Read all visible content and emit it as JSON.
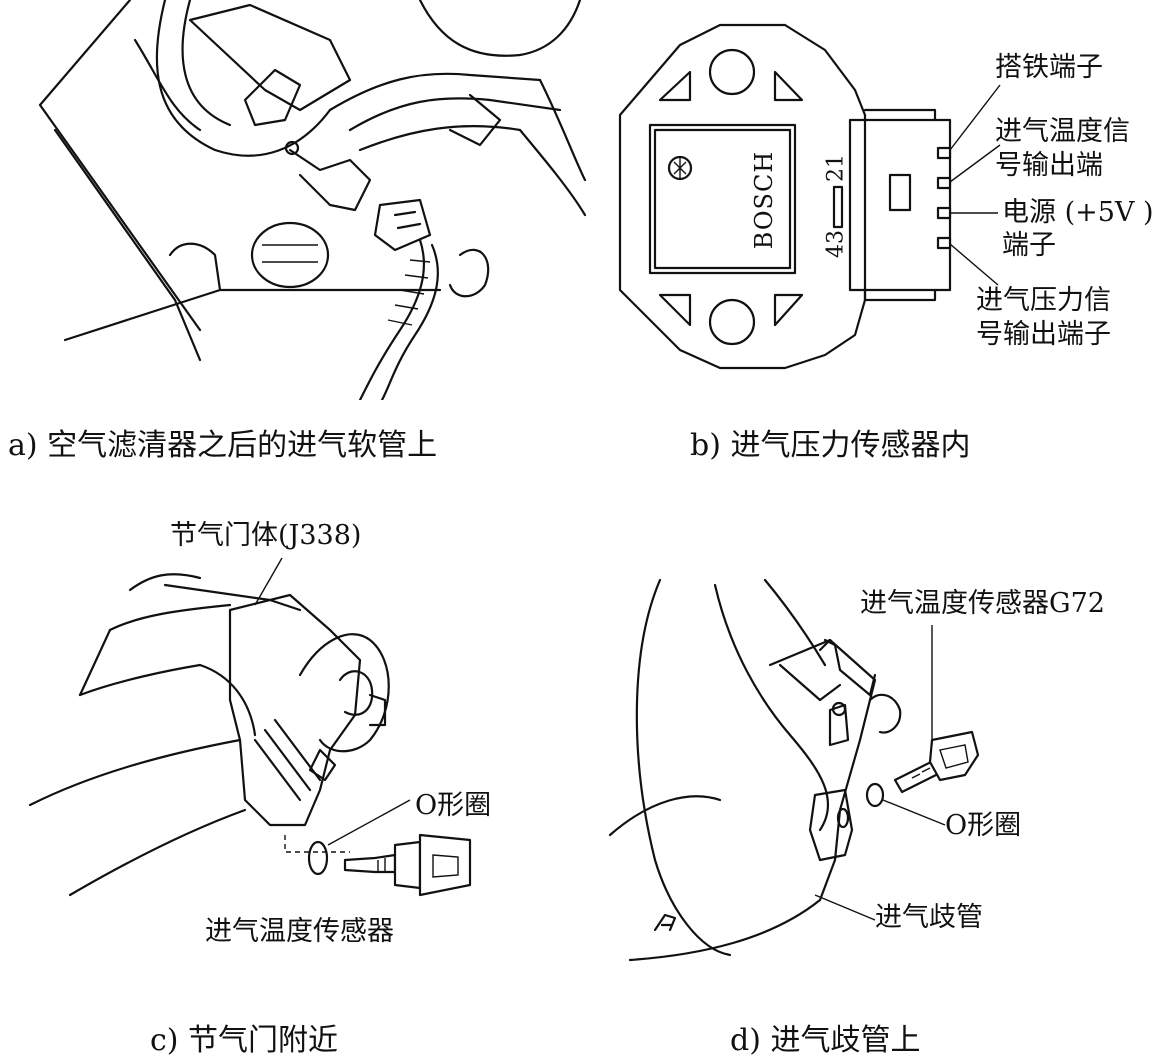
{
  "panels": {
    "a": {
      "caption": "a) 空气滤清器之后的进气软管上"
    },
    "b": {
      "caption": "b) 进气压力传感器内",
      "brand": "BOSCH",
      "pins_top": "21",
      "pins_bottom": "43",
      "labels": {
        "ground": "搭铁端子",
        "temp_signal_1": "进气温度信",
        "temp_signal_2": "号输出端",
        "power_1": "电源 (+5V )",
        "power_2": "端子",
        "pressure_signal_1": "进气压力信",
        "pressure_signal_2": "号输出端子"
      }
    },
    "c": {
      "caption": "c) 节气门附近",
      "labels": {
        "throttle_body": "节气门体(J338)",
        "o_ring": "O形圈",
        "sensor": "进气温度传感器"
      }
    },
    "d": {
      "caption": "d) 进气歧管上",
      "labels": {
        "sensor": "进气温度传感器G72",
        "o_ring": "O形圈",
        "manifold": "进气歧管"
      }
    }
  },
  "colors": {
    "ink": "#111111",
    "paper": "#ffffff"
  }
}
